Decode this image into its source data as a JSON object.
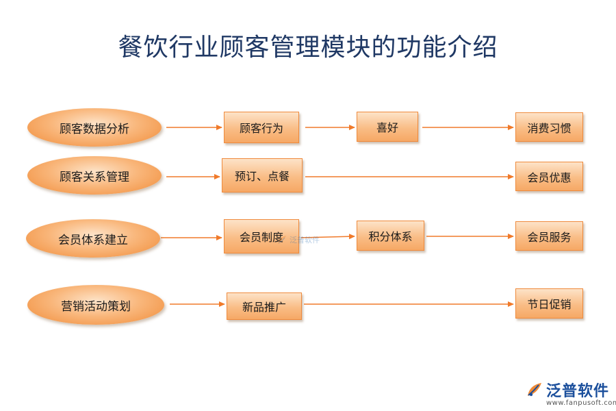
{
  "title": "餐饮行业顾客管理模块的功能介绍",
  "rows": [
    {
      "category": "顾客数据分析",
      "steps": [
        "顾客行为",
        "喜好",
        "消费习惯"
      ]
    },
    {
      "category": "顾客关系管理",
      "steps": [
        "预订、点餐",
        "会员优惠"
      ]
    },
    {
      "category": "会员体系建立",
      "steps": [
        "会员制度",
        "积分体系",
        "会员服务"
      ]
    },
    {
      "category": "营销活动策划",
      "steps": [
        "新品推广",
        "节日促销"
      ]
    }
  ],
  "watermark": {
    "text": "泛普软件"
  },
  "brand": {
    "name": "泛普软件",
    "url": "www.fanpusoft.com"
  },
  "colors": {
    "title": "#1f3864",
    "arrow": "#f07a2a",
    "box_border": "#ef8a3c",
    "brand": "#1b4f9c"
  }
}
